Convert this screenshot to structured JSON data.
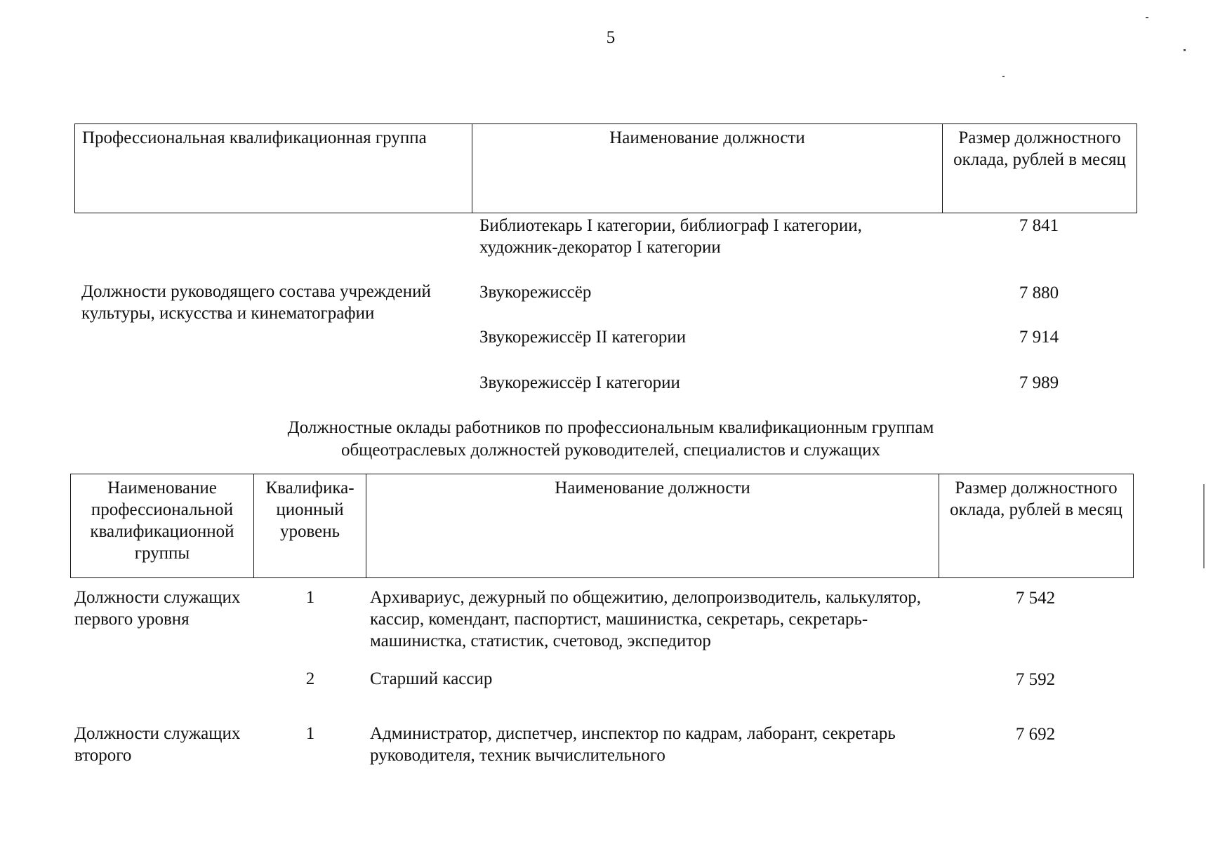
{
  "page": {
    "number": "5"
  },
  "table1": {
    "headers": {
      "group": "Профессиональная квалификационная группа",
      "position": "Наименование должности",
      "salary": "Размер должностного оклада, рублей в месяц"
    },
    "group_label": "Должности руководящего состава учреждений культуры, искусства и кинематографии",
    "rows": [
      {
        "position": "Библиотекарь I категории, библиограф I категории, художник-декоратор I категории",
        "salary": "7 841"
      },
      {
        "position": "Звукорежиссёр",
        "salary": "7 880"
      },
      {
        "position": "Звукорежиссёр II категории",
        "salary": "7 914"
      },
      {
        "position": "Звукорежиссёр I категории",
        "salary": "7 989"
      }
    ]
  },
  "section_title": {
    "line1": "Должностные оклады работников по профессиональным квалификационным группам",
    "line2": "общеотраслевых должностей руководителей, специалистов и служащих"
  },
  "table2": {
    "headers": {
      "group": "Наименование профессиональной квалификационной группы",
      "level": "Квалифика-ционный уровень",
      "position": "Наименование должности",
      "salary": "Размер должностного оклада, рублей в месяц"
    },
    "rows": [
      {
        "group": "Должности служащих первого уровня",
        "level": "1",
        "position": "Архивариус, дежурный по общежитию, делопроизводитель, калькулятор, кассир, комендант, паспортист, машинистка, секретарь, секретарь-машинистка, статистик, счетовод, экспедитор",
        "salary": "7 542"
      },
      {
        "group": "",
        "level": "2",
        "position": "Старший кассир",
        "salary": "7 592"
      },
      {
        "group": "Должности служащих второго",
        "level": "1",
        "position": "Администратор, диспетчер, инспектор по кадрам, лаборант, секретарь руководителя, техник вычислительного",
        "salary": "7 692"
      }
    ]
  }
}
